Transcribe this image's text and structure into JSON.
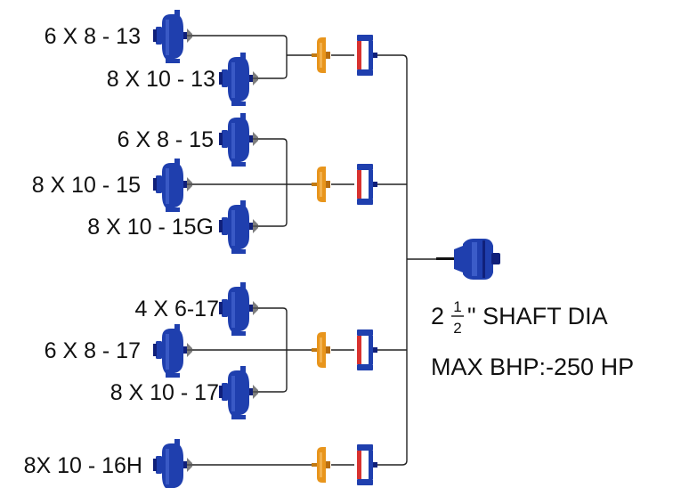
{
  "colors": {
    "pump_blue": "#1f3fae",
    "pump_dark": "#10207a",
    "coupling_gray": "#7d7d7d",
    "bearing_orange": "#e8951c",
    "frame_red": "#d8322f",
    "line": "#222222"
  },
  "pumps": [
    {
      "label": "6 X 8 - 13"
    },
    {
      "label": "8 X 10 - 13"
    },
    {
      "label": "6 X  8 - 15"
    },
    {
      "label": "8 X  10 - 15"
    },
    {
      "label": "8 X  10 - 15G"
    },
    {
      "label": "4 X 6-17"
    },
    {
      "label": "6 X  8 - 17"
    },
    {
      "label": "8 X 10 - 17"
    },
    {
      "label": "8X 10 - 16H"
    }
  ],
  "groups": [
    {
      "pumps": [
        0,
        1
      ],
      "bearing_icon": "bearing-housing-icon",
      "adapter_icon": "adapter-frame-icon"
    },
    {
      "pumps": [
        2,
        3,
        4
      ],
      "bearing_icon": "bearing-housing-icon",
      "adapter_icon": "adapter-frame-icon"
    },
    {
      "pumps": [
        5,
        6,
        7
      ],
      "bearing_icon": "bearing-housing-icon",
      "adapter_icon": "adapter-frame-icon"
    },
    {
      "pumps": [
        8
      ],
      "bearing_icon": "bearing-housing-icon",
      "adapter_icon": "adapter-frame-icon"
    }
  ],
  "power_frame": {
    "icon": "power-frame-icon",
    "shaft_prefix": "2",
    "shaft_frac_num": "1",
    "shaft_frac_den": "2",
    "shaft_suffix": "\" SHAFT DIA",
    "max_bhp": "MAX BHP:-250 HP"
  }
}
